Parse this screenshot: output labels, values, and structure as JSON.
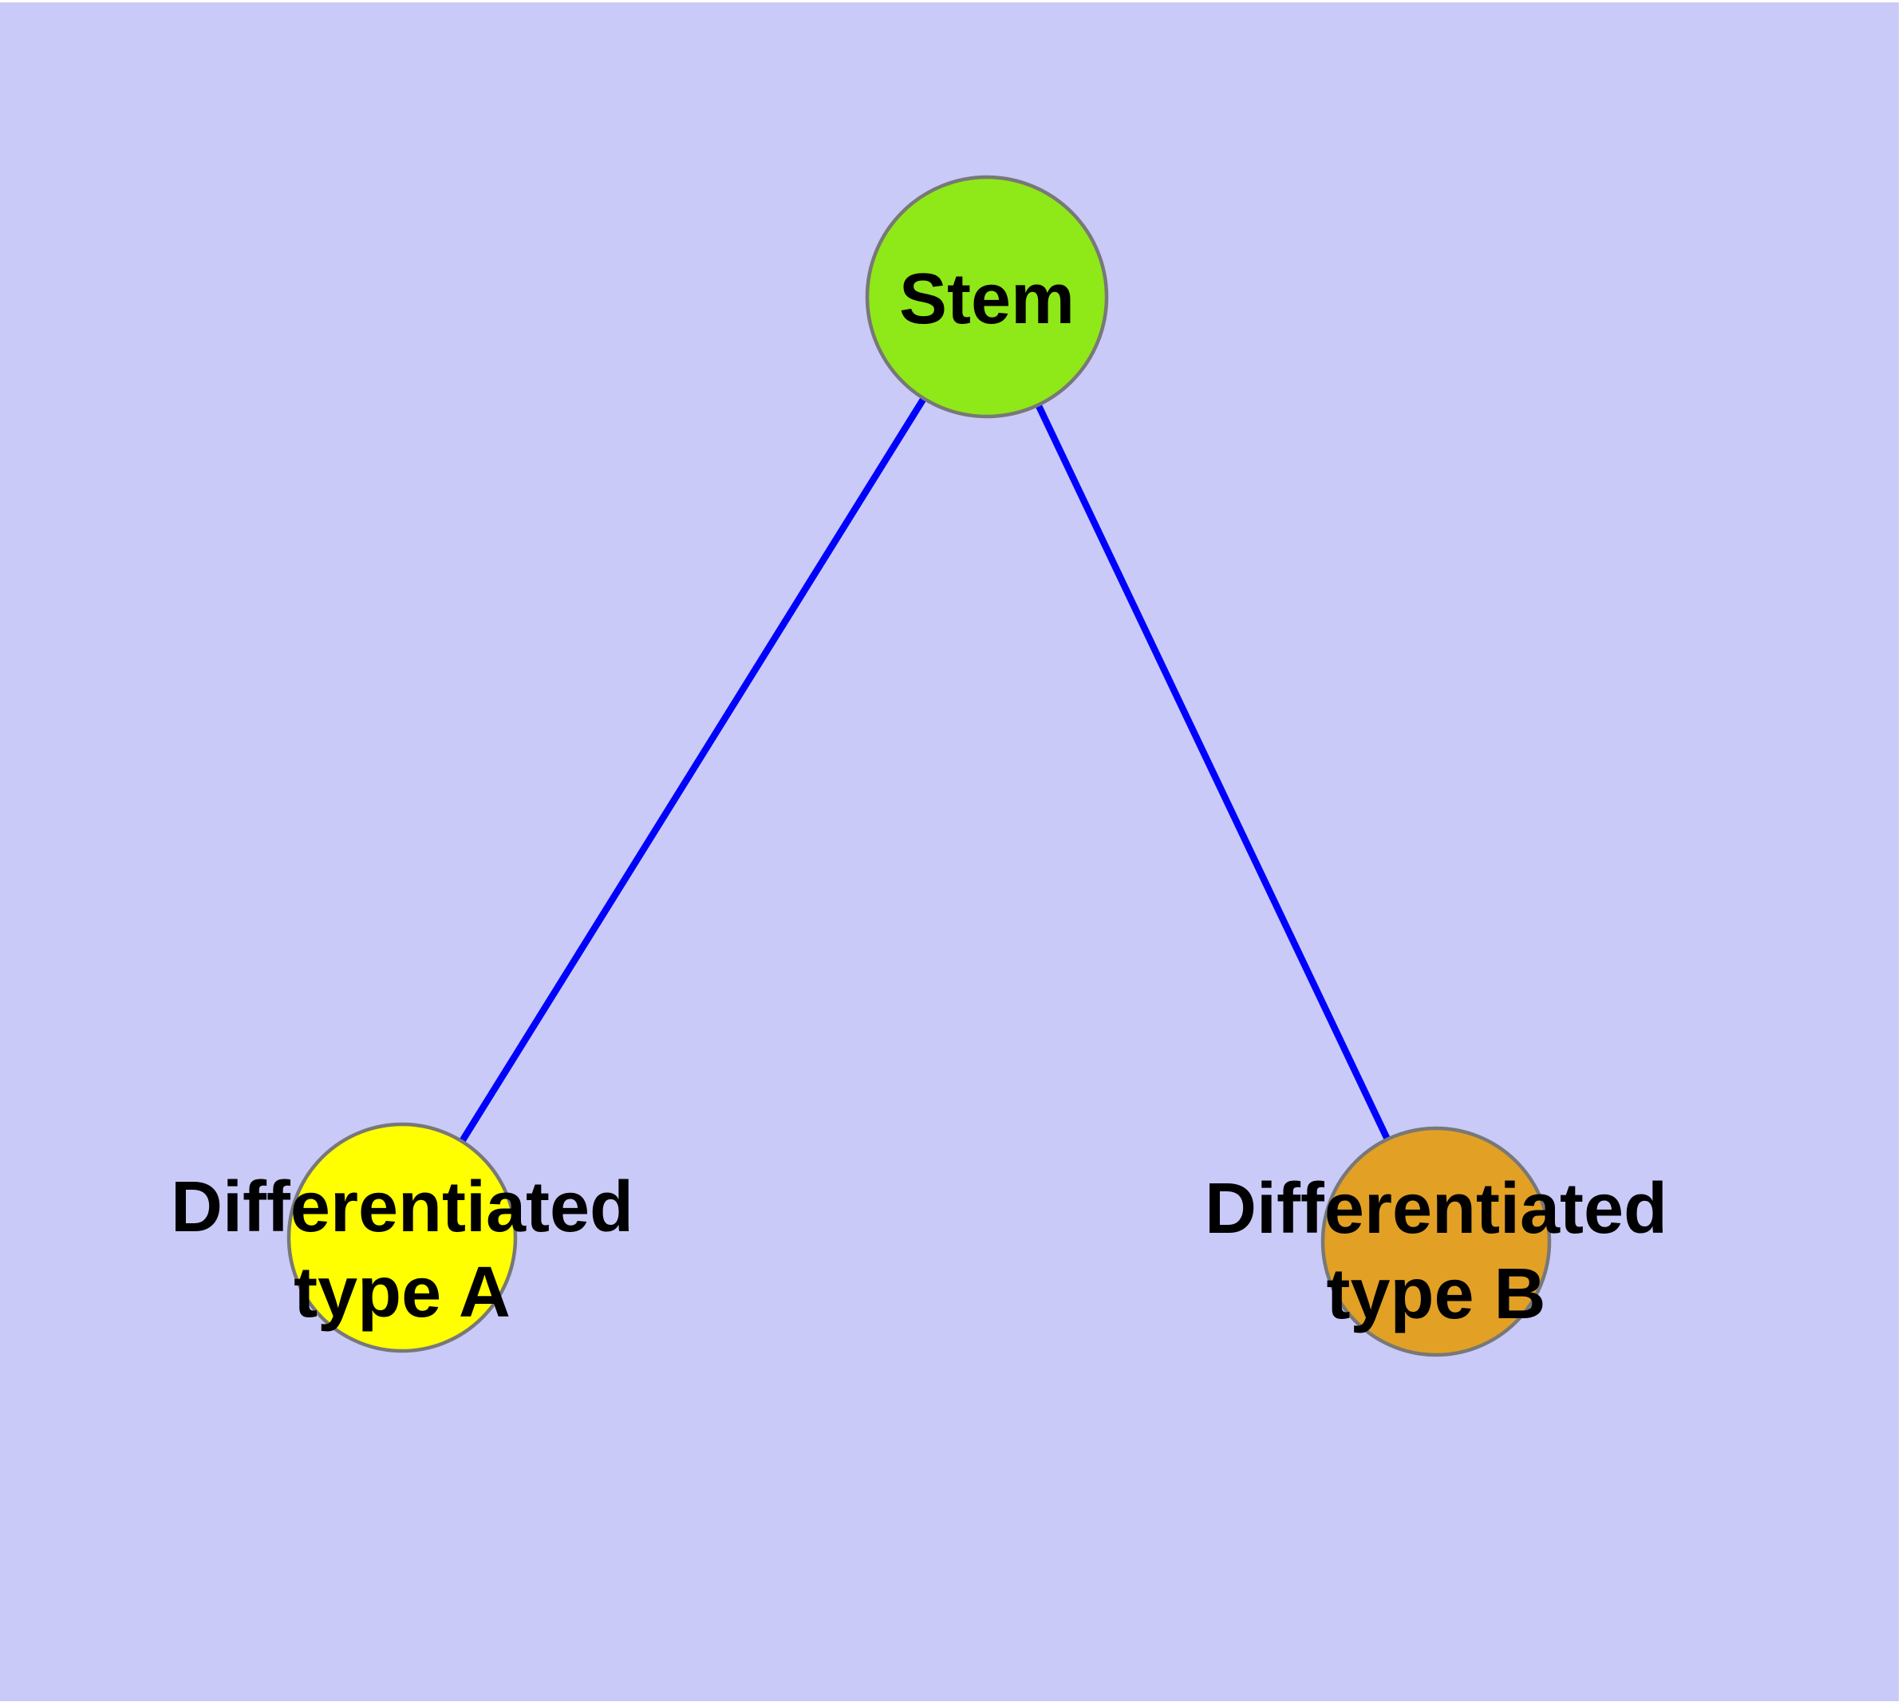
{
  "figure": {
    "background_color": "#CACAF8",
    "margin_color": "#FFFFFF"
  },
  "graph": {
    "label_color": "#000000",
    "nodes": [
      {
        "id": "stem",
        "label": "Stem",
        "fill_color": "#8FE818",
        "border_color": "#787878"
      },
      {
        "id": "differentiated-type-a",
        "label_line1": "Differentiated",
        "label_line2": "type A",
        "fill_color": "#FFFF00",
        "border_color": "#787878"
      },
      {
        "id": "differentiated-type-b",
        "label_line1": "Differentiated",
        "label_line2": "type B",
        "fill_color": "#E2A024",
        "border_color": "#787878"
      }
    ],
    "edges": [
      {
        "source": "stem",
        "target": "differentiated-type-a",
        "color": "#0000FF"
      },
      {
        "source": "stem",
        "target": "differentiated-type-b",
        "color": "#0000FF"
      }
    ]
  }
}
